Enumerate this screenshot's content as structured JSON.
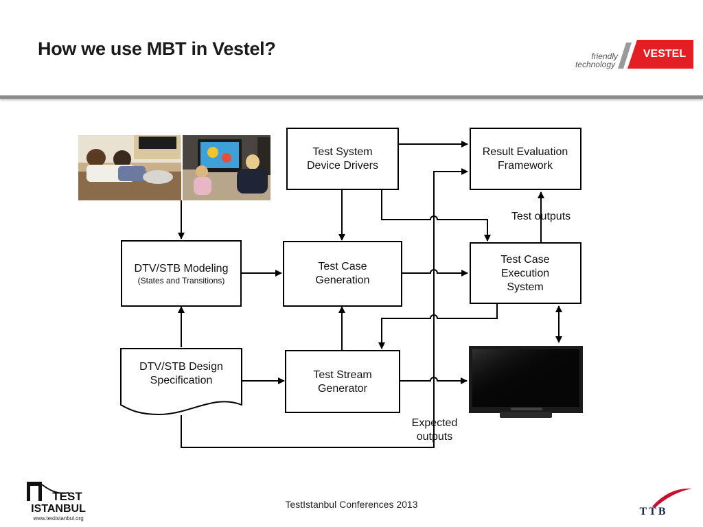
{
  "slide": {
    "title": "How we use MBT in Vestel?",
    "footer": "TestIstanbul Conferences 2013"
  },
  "logos": {
    "vestel": {
      "tagline_1": "friendly",
      "tagline_2": "technology",
      "brand": "VESTEL",
      "color": "#e31e24"
    },
    "test_istanbul": {
      "line_1": "TEST",
      "line_2": "ISTANBUL",
      "url": "www.testistanbul.org"
    },
    "ttb": {
      "text": "TTB",
      "accent": "#c8102e"
    }
  },
  "diagram": {
    "nodes": {
      "test_system_drivers": {
        "line1": "Test System",
        "line2": "Device Drivers"
      },
      "result_evaluation": {
        "line1": "Result Evaluation",
        "line2": "Framework"
      },
      "dtv_modeling": {
        "line1": "DTV/STB Modeling",
        "line2": "(States and Transitions)"
      },
      "test_case_generation": {
        "line1": "Test Case",
        "line2": "Generation"
      },
      "test_case_execution": {
        "line1": "Test Case",
        "line2": "Execution",
        "line3": "System"
      },
      "design_spec": {
        "line1": "DTV/STB Design",
        "line2": "Specification"
      },
      "test_stream_generator": {
        "line1": "Test Stream",
        "line2": "Generator"
      }
    },
    "labels": {
      "test_outputs": "Test outputs",
      "expected_outputs_1": "Expected",
      "expected_outputs_2": "outputs"
    },
    "images": [
      "family-watching-tv-photo",
      "tv-set-image"
    ]
  }
}
